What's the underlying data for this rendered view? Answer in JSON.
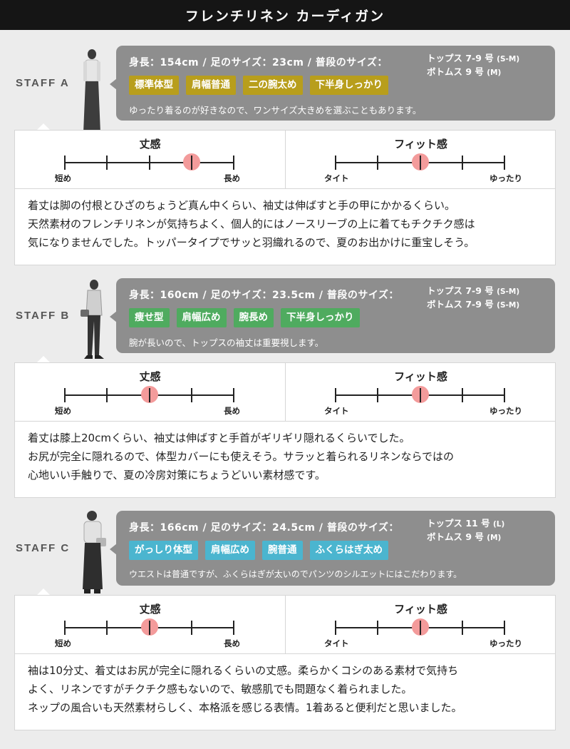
{
  "title": "フレンチリネン カーディガン",
  "colors": {
    "tag_a": "#b89e1c",
    "tag_b": "#4fab5f",
    "tag_c": "#4bb5cf",
    "bubble": "#8e8e8e",
    "dot": "#f39b9b"
  },
  "staff": [
    {
      "label": "STAFF A",
      "measure": "身長：154cm / 足のサイズ：23cm / 普段のサイズ：",
      "tops": "トップス 7-9 号",
      "tops_size": "(S-M)",
      "bottoms": "ボトムス 9 号",
      "bottoms_size": "(M)",
      "tags": [
        "標準体型",
        "肩幅普通",
        "二の腕太め",
        "下半身しっかり"
      ],
      "note": "ゆったり着るのが好きなので、ワンサイズ大きめを選ぶこともあります。",
      "length": {
        "title": "丈感",
        "left": "短め",
        "right": "長め",
        "level": 4
      },
      "fit": {
        "title": "フィット感",
        "left": "タイト",
        "right": "ゆったり",
        "level": 3
      },
      "comment": [
        "着丈は脚の付根とひざのちょうど真ん中くらい、袖丈は伸ばすと手の甲にかかるくらい。",
        "天然素材のフレンチリネンが気持ちよく、個人的にはノースリーブの上に着てもチクチク感は",
        "気になりませんでした。トッパータイプでサッと羽織れるので、夏のお出かけに重宝しそう。"
      ]
    },
    {
      "label": "STAFF B",
      "measure": "身長：160cm / 足のサイズ：23.5cm / 普段のサイズ：",
      "tops": "トップス 7-9 号",
      "tops_size": "(S-M)",
      "bottoms": "ボトムス 7-9 号",
      "bottoms_size": "(S-M)",
      "tags": [
        "痩せ型",
        "肩幅広め",
        "腕長め",
        "下半身しっかり"
      ],
      "note": "腕が長いので、トップスの袖丈は重要視します。",
      "length": {
        "title": "丈感",
        "left": "短め",
        "right": "長め",
        "level": 3
      },
      "fit": {
        "title": "フィット感",
        "left": "タイト",
        "right": "ゆったり",
        "level": 3
      },
      "comment": [
        "着丈は膝上20cmくらい、袖丈は伸ばすと手首がギリギリ隠れるくらいでした。",
        "お尻が完全に隠れるので、体型カバーにも使えそう。サラッと着られるリネンならではの",
        "心地いい手触りで、夏の冷房対策にちょうどいい素材感です。"
      ]
    },
    {
      "label": "STAFF C",
      "measure": "身長：166cm / 足のサイズ：24.5cm / 普段のサイズ：",
      "tops": "トップス 11 号",
      "tops_size": "(L)",
      "bottoms": "ボトムス 9 号",
      "bottoms_size": "(M)",
      "tags": [
        "がっしり体型",
        "肩幅広め",
        "腕普通",
        "ふくらはぎ太め"
      ],
      "note": "ウエストは普通ですが、ふくらはぎが太いのでパンツのシルエットにはこだわります。",
      "length": {
        "title": "丈感",
        "left": "短め",
        "right": "長め",
        "level": 3
      },
      "fit": {
        "title": "フィット感",
        "left": "タイト",
        "right": "ゆったり",
        "level": 3
      },
      "comment": [
        "袖は10分丈、着丈はお尻が完全に隠れるくらいの丈感。柔らかくコシのある素材で気持ち",
        "よく、リネンですがチクチク感もないので、敏感肌でも問題なく着られました。",
        "ネップの風合いも天然素材らしく、本格派を感じる表情。1着あると便利だと思いました。"
      ]
    }
  ]
}
